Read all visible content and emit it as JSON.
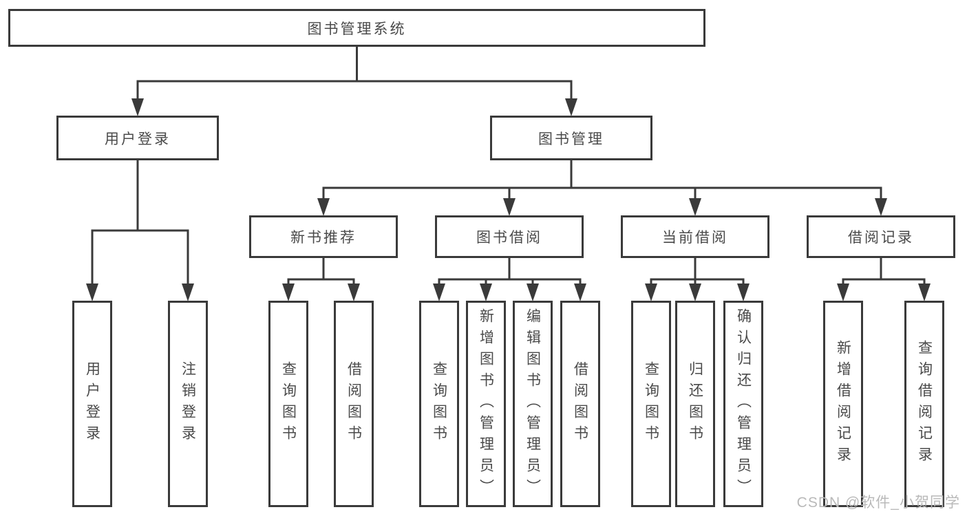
{
  "diagram": {
    "title": "图书管理系统",
    "watermark": "CSDN @软件_小贺同学",
    "colors": {
      "line": "#3a3a3a",
      "text": "#4a4a4a",
      "background": "#ffffff",
      "watermark": "#b9b9b9"
    },
    "nodes": [
      {
        "id": "root",
        "label": "图书管理系统",
        "level": 1,
        "orientation": "horizontal"
      },
      {
        "id": "user-login",
        "label": "用户登录",
        "level": 2,
        "orientation": "horizontal"
      },
      {
        "id": "book-mgmt",
        "label": "图书管理",
        "level": 2,
        "orientation": "horizontal"
      },
      {
        "id": "new-book-rec",
        "label": "新书推荐",
        "level": 3,
        "orientation": "horizontal"
      },
      {
        "id": "book-borrow",
        "label": "图书借阅",
        "level": 3,
        "orientation": "horizontal"
      },
      {
        "id": "current-borrow",
        "label": "当前借阅",
        "level": 3,
        "orientation": "horizontal"
      },
      {
        "id": "borrow-record",
        "label": "借阅记录",
        "level": 3,
        "orientation": "horizontal"
      },
      {
        "id": "leaf-user-login",
        "label": "用户登录",
        "level": 4,
        "orientation": "vertical"
      },
      {
        "id": "leaf-logout",
        "label": "注销登录",
        "level": 4,
        "orientation": "vertical"
      },
      {
        "id": "leaf-query-book-rec",
        "label": "查询图书",
        "level": 4,
        "orientation": "vertical"
      },
      {
        "id": "leaf-borrow-book-rec",
        "label": "借阅图书",
        "level": 4,
        "orientation": "vertical"
      },
      {
        "id": "leaf-query-book-borrow",
        "label": "查询图书",
        "level": 4,
        "orientation": "vertical"
      },
      {
        "id": "leaf-add-book",
        "label": "新增图书（管理员）",
        "level": 4,
        "orientation": "vertical"
      },
      {
        "id": "leaf-edit-book",
        "label": "编辑图书（管理员）",
        "level": 4,
        "orientation": "vertical"
      },
      {
        "id": "leaf-borrow-book-borrow",
        "label": "借阅图书",
        "level": 4,
        "orientation": "vertical"
      },
      {
        "id": "leaf-query-book-current",
        "label": "查询图书",
        "level": 4,
        "orientation": "vertical"
      },
      {
        "id": "leaf-return-book",
        "label": "归还图书",
        "level": 4,
        "orientation": "vertical"
      },
      {
        "id": "leaf-confirm-return",
        "label": "确认归还（管理员）",
        "level": 4,
        "orientation": "vertical"
      },
      {
        "id": "leaf-add-borrow-record",
        "label": "新增借阅记录",
        "level": 4,
        "orientation": "vertical"
      },
      {
        "id": "leaf-query-borrow-record",
        "label": "查询借阅记录",
        "level": 4,
        "orientation": "vertical"
      }
    ],
    "edges": [
      {
        "from": "root",
        "to": [
          "user-login",
          "book-mgmt"
        ]
      },
      {
        "from": "user-login",
        "to": [
          "leaf-user-login",
          "leaf-logout"
        ]
      },
      {
        "from": "book-mgmt",
        "to": [
          "new-book-rec",
          "book-borrow",
          "current-borrow",
          "borrow-record"
        ]
      },
      {
        "from": "new-book-rec",
        "to": [
          "leaf-query-book-rec",
          "leaf-borrow-book-rec"
        ]
      },
      {
        "from": "book-borrow",
        "to": [
          "leaf-query-book-borrow",
          "leaf-add-book",
          "leaf-edit-book",
          "leaf-borrow-book-borrow"
        ]
      },
      {
        "from": "current-borrow",
        "to": [
          "leaf-query-book-current",
          "leaf-return-book",
          "leaf-confirm-return"
        ]
      },
      {
        "from": "borrow-record",
        "to": [
          "leaf-add-borrow-record",
          "leaf-query-borrow-record"
        ]
      }
    ]
  }
}
